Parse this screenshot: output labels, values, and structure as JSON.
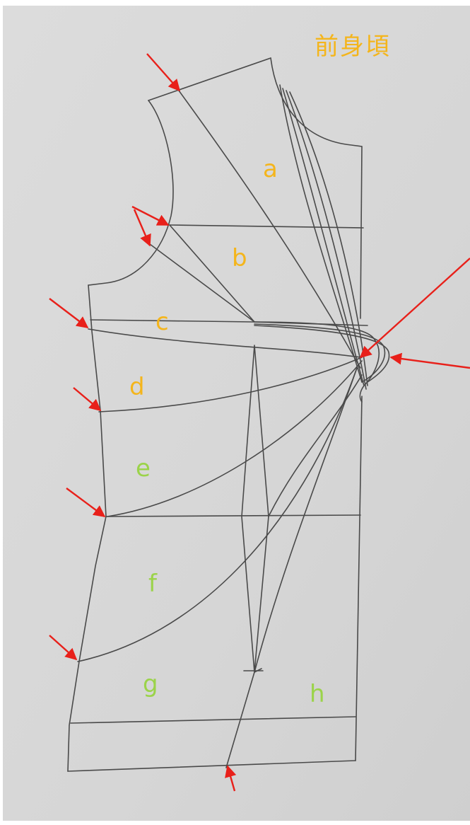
{
  "title": "前身頃",
  "pieces": [
    {
      "id": "a",
      "label": "a",
      "color": "#f4b51c"
    },
    {
      "id": "b",
      "label": "b",
      "color": "#f4b51c"
    },
    {
      "id": "c",
      "label": "c",
      "color": "#f4b51c"
    },
    {
      "id": "d",
      "label": "d",
      "color": "#f4b51c"
    },
    {
      "id": "e",
      "label": "e",
      "color": "#9bd34a"
    },
    {
      "id": "f",
      "label": "f",
      "color": "#9bd34a"
    },
    {
      "id": "g",
      "label": "g",
      "color": "#9bd34a"
    },
    {
      "id": "h",
      "label": "h",
      "color": "#9bd34a"
    }
  ],
  "colors": {
    "paper": "#d9d9d9",
    "pencil": "#4a4a4a",
    "arrow": "#e8201a",
    "upper_label": "#f4b51c",
    "lower_label": "#9bd34a"
  }
}
